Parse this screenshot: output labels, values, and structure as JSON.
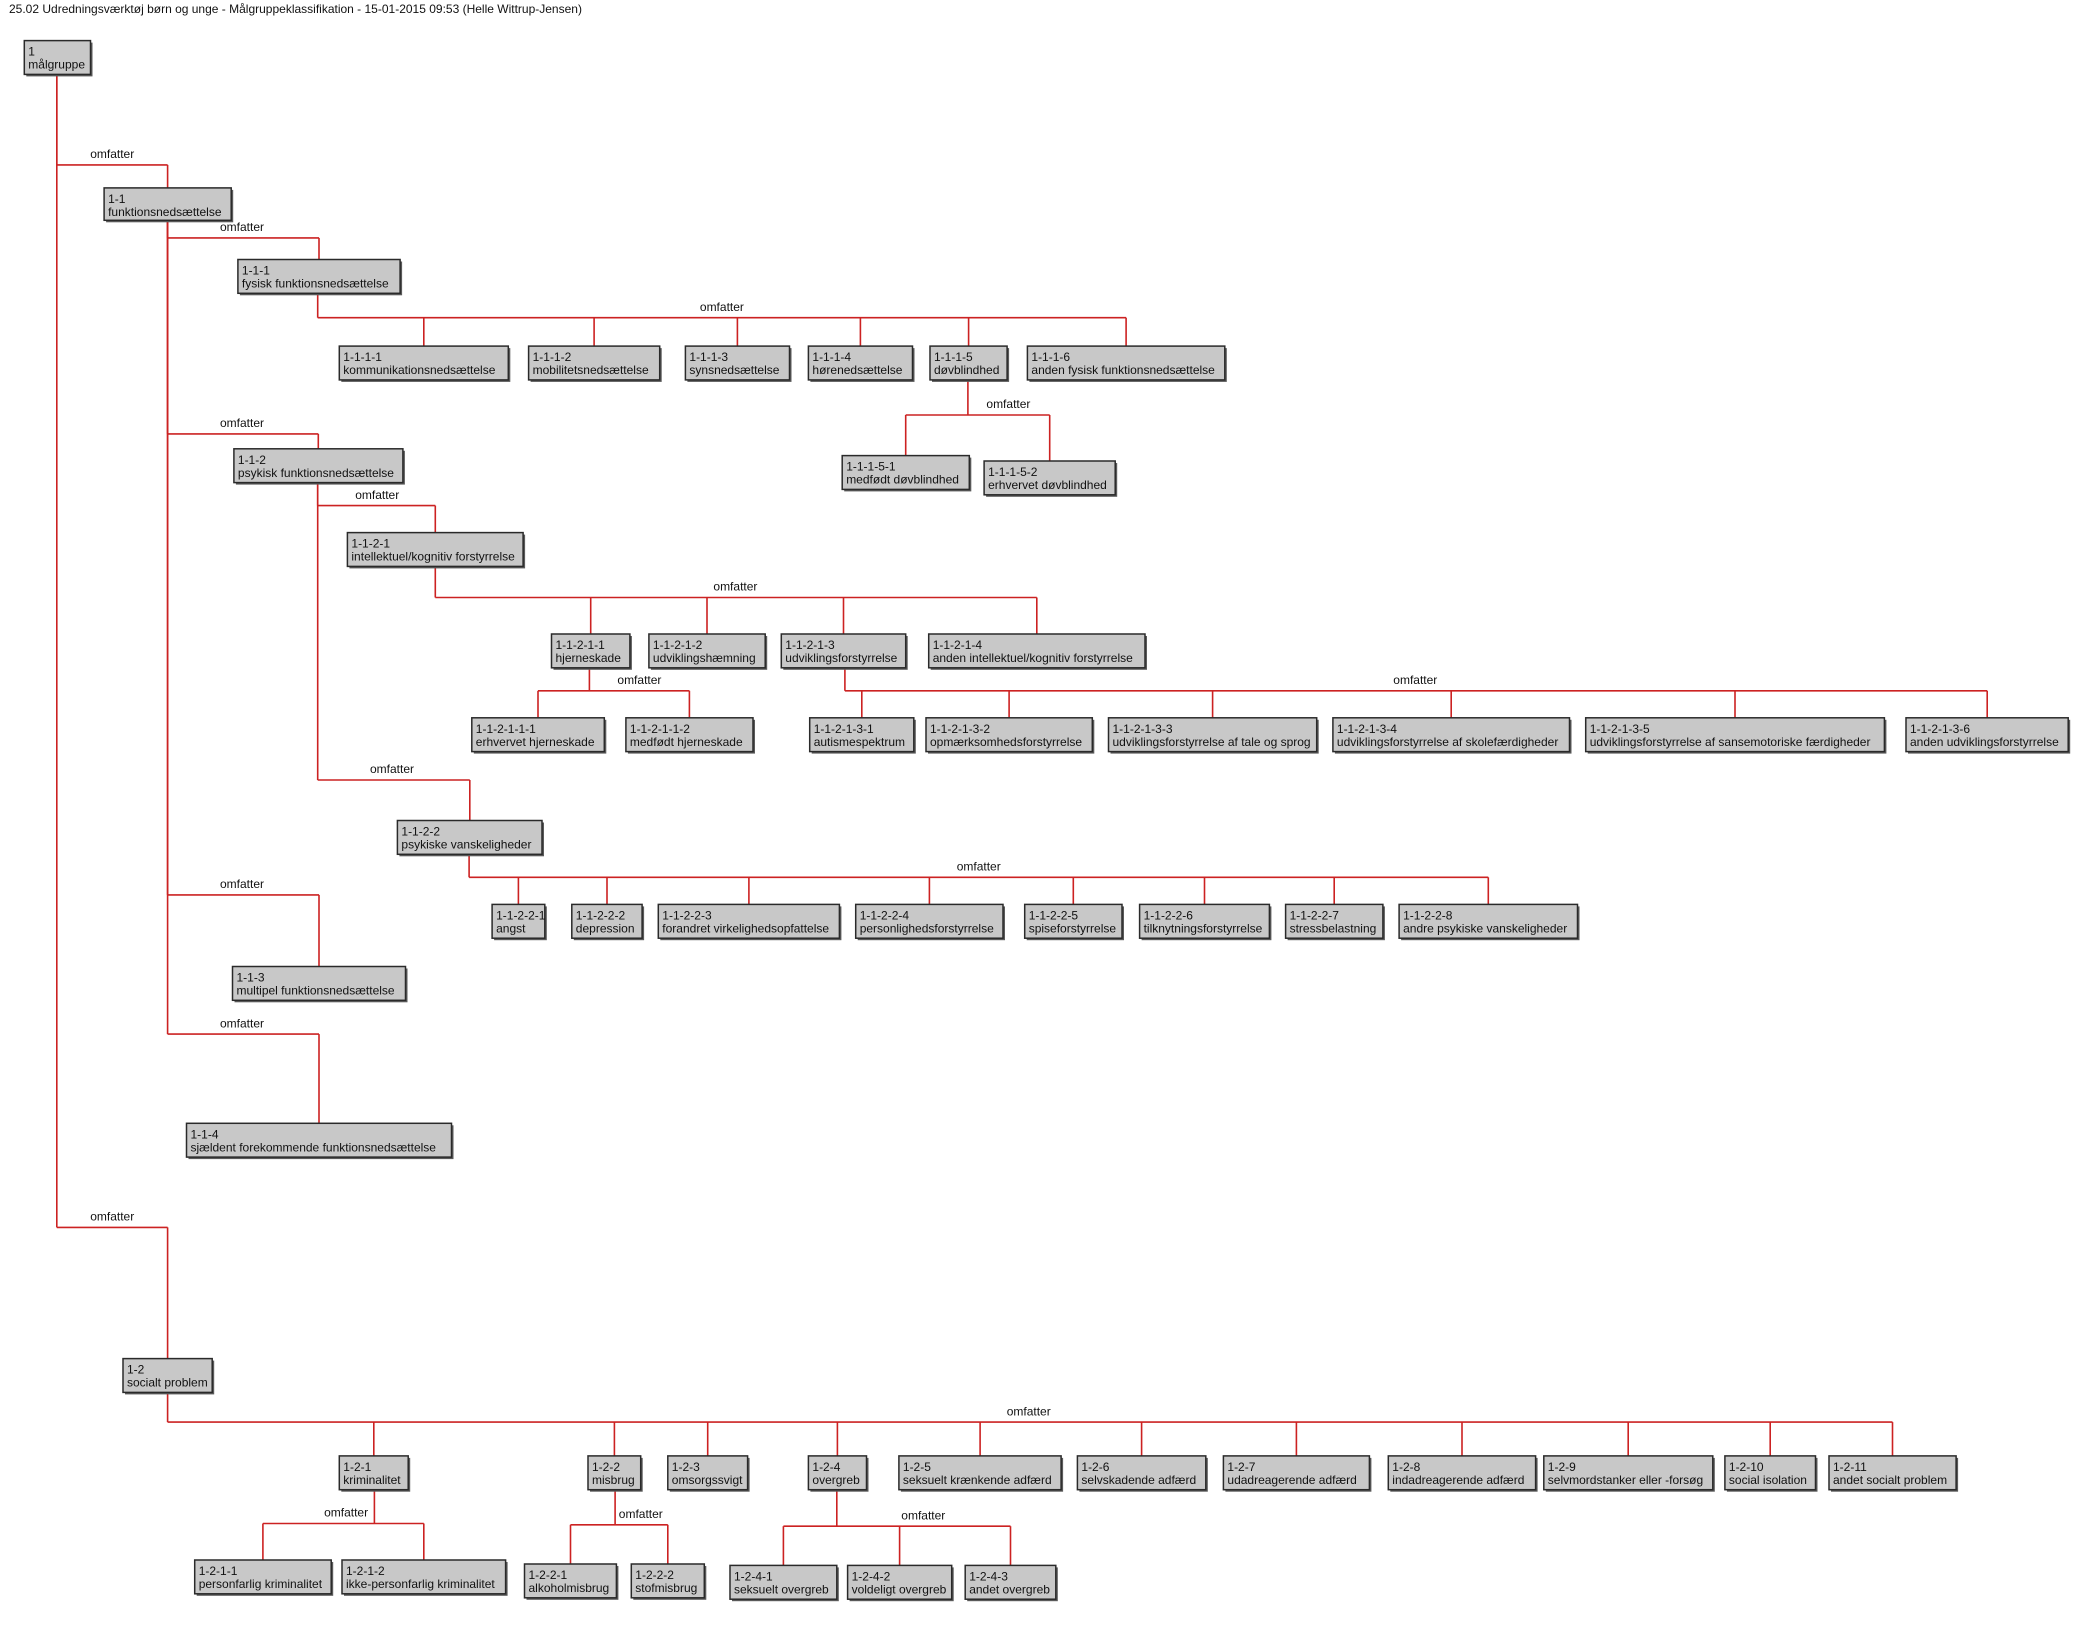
{
  "header": "25.02 Udredningsværktøj børn og unge - Målgruppeklassifikation - 15-01-2015 09:53 (Helle Wittrup-Jensen)",
  "relation_label": "omfatter",
  "colors": {
    "edge": "#cc2222",
    "node_fill": "#c8c8c8",
    "node_border": "#2a2a2a"
  },
  "nodes": [
    {
      "id": "1",
      "code": "1",
      "label": "målgruppe"
    },
    {
      "id": "1-1",
      "code": "1-1",
      "label": "funktionsnedsættelse"
    },
    {
      "id": "1-1-1",
      "code": "1-1-1",
      "label": "fysisk funktionsnedsættelse"
    },
    {
      "id": "1-1-1-1",
      "code": "1-1-1-1",
      "label": "kommunikationsnedsættelse"
    },
    {
      "id": "1-1-1-2",
      "code": "1-1-1-2",
      "label": "mobilitetsnedsættelse"
    },
    {
      "id": "1-1-1-3",
      "code": "1-1-1-3",
      "label": "synsnedsættelse"
    },
    {
      "id": "1-1-1-4",
      "code": "1-1-1-4",
      "label": "hørenedsættelse"
    },
    {
      "id": "1-1-1-5",
      "code": "1-1-1-5",
      "label": "døvblindhed"
    },
    {
      "id": "1-1-1-6",
      "code": "1-1-1-6",
      "label": "anden fysisk funktionsnedsættelse"
    },
    {
      "id": "1-1-1-5-1",
      "code": "1-1-1-5-1",
      "label": "medfødt døvblindhed"
    },
    {
      "id": "1-1-1-5-2",
      "code": "1-1-1-5-2",
      "label": "erhvervet døvblindhed"
    },
    {
      "id": "1-1-2",
      "code": "1-1-2",
      "label": "psykisk funktionsnedsættelse"
    },
    {
      "id": "1-1-2-1",
      "code": "1-1-2-1",
      "label": "intellektuel/kognitiv forstyrrelse"
    },
    {
      "id": "1-1-2-1-1",
      "code": "1-1-2-1-1",
      "label": "hjerneskade"
    },
    {
      "id": "1-1-2-1-2",
      "code": "1-1-2-1-2",
      "label": "udviklingshæmning"
    },
    {
      "id": "1-1-2-1-3",
      "code": "1-1-2-1-3",
      "label": "udviklingsforstyrrelse"
    },
    {
      "id": "1-1-2-1-4",
      "code": "1-1-2-1-4",
      "label": "anden intellektuel/kognitiv forstyrrelse"
    },
    {
      "id": "1-1-2-1-1-1",
      "code": "1-1-2-1-1-1",
      "label": "erhvervet hjerneskade"
    },
    {
      "id": "1-1-2-1-1-2",
      "code": "1-1-2-1-1-2",
      "label": "medfødt hjerneskade"
    },
    {
      "id": "1-1-2-1-3-1",
      "code": "1-1-2-1-3-1",
      "label": "autismespektrum"
    },
    {
      "id": "1-1-2-1-3-2",
      "code": "1-1-2-1-3-2",
      "label": "opmærksomhedsforstyrrelse"
    },
    {
      "id": "1-1-2-1-3-3",
      "code": "1-1-2-1-3-3",
      "label": "udviklingsforstyrrelse af tale og sprog"
    },
    {
      "id": "1-1-2-1-3-4",
      "code": "1-1-2-1-3-4",
      "label": "udviklingsforstyrrelse af skolefærdigheder"
    },
    {
      "id": "1-1-2-1-3-5",
      "code": "1-1-2-1-3-5",
      "label": "udviklingsforstyrrelse af sansemotoriske færdigheder"
    },
    {
      "id": "1-1-2-1-3-6",
      "code": "1-1-2-1-3-6",
      "label": "anden udviklingsforstyrrelse"
    },
    {
      "id": "1-1-2-2",
      "code": "1-1-2-2",
      "label": "psykiske vanskeligheder"
    },
    {
      "id": "1-1-2-2-1",
      "code": "1-1-2-2-1",
      "label": "angst"
    },
    {
      "id": "1-1-2-2-2",
      "code": "1-1-2-2-2",
      "label": "depression"
    },
    {
      "id": "1-1-2-2-3",
      "code": "1-1-2-2-3",
      "label": "forandret virkelighedsopfattelse"
    },
    {
      "id": "1-1-2-2-4",
      "code": "1-1-2-2-4",
      "label": "personlighedsforstyrrelse"
    },
    {
      "id": "1-1-2-2-5",
      "code": "1-1-2-2-5",
      "label": "spiseforstyrrelse"
    },
    {
      "id": "1-1-2-2-6",
      "code": "1-1-2-2-6",
      "label": "tilknytningsforstyrrelse"
    },
    {
      "id": "1-1-2-2-7",
      "code": "1-1-2-2-7",
      "label": "stressbelastning"
    },
    {
      "id": "1-1-2-2-8",
      "code": "1-1-2-2-8",
      "label": "andre psykiske vanskeligheder"
    },
    {
      "id": "1-1-3",
      "code": "1-1-3",
      "label": "multipel funktionsnedsættelse"
    },
    {
      "id": "1-1-4",
      "code": "1-1-4",
      "label": "sjældent forekommende funktionsnedsættelse"
    },
    {
      "id": "1-2",
      "code": "1-2",
      "label": "socialt problem"
    },
    {
      "id": "1-2-1",
      "code": "1-2-1",
      "label": "kriminalitet"
    },
    {
      "id": "1-2-2",
      "code": "1-2-2",
      "label": "misbrug"
    },
    {
      "id": "1-2-3",
      "code": "1-2-3",
      "label": "omsorgssvigt"
    },
    {
      "id": "1-2-4",
      "code": "1-2-4",
      "label": "overgreb"
    },
    {
      "id": "1-2-5",
      "code": "1-2-5",
      "label": "seksuelt krænkende adfærd"
    },
    {
      "id": "1-2-6",
      "code": "1-2-6",
      "label": "selvskadende adfærd"
    },
    {
      "id": "1-2-7",
      "code": "1-2-7",
      "label": "udadreagerende adfærd"
    },
    {
      "id": "1-2-8",
      "code": "1-2-8",
      "label": "indadreagerende adfærd"
    },
    {
      "id": "1-2-9",
      "code": "1-2-9",
      "label": "selvmordstanker eller -forsøg"
    },
    {
      "id": "1-2-10",
      "code": "1-2-10",
      "label": "social isolation"
    },
    {
      "id": "1-2-11",
      "code": "1-2-11",
      "label": "andet socialt problem"
    },
    {
      "id": "1-2-1-1",
      "code": "1-2-1-1",
      "label": "personfarlig kriminalitet"
    },
    {
      "id": "1-2-1-2",
      "code": "1-2-1-2",
      "label": "ikke-personfarlig kriminalitet"
    },
    {
      "id": "1-2-2-1",
      "code": "1-2-2-1",
      "label": "alkoholmisbrug"
    },
    {
      "id": "1-2-2-2",
      "code": "1-2-2-2",
      "label": "stofmisbrug"
    },
    {
      "id": "1-2-4-1",
      "code": "1-2-4-1",
      "label": "seksuelt overgreb"
    },
    {
      "id": "1-2-4-2",
      "code": "1-2-4-2",
      "label": "voldeligt overgreb"
    },
    {
      "id": "1-2-4-3",
      "code": "1-2-4-3",
      "label": "andet overgreb"
    }
  ]
}
